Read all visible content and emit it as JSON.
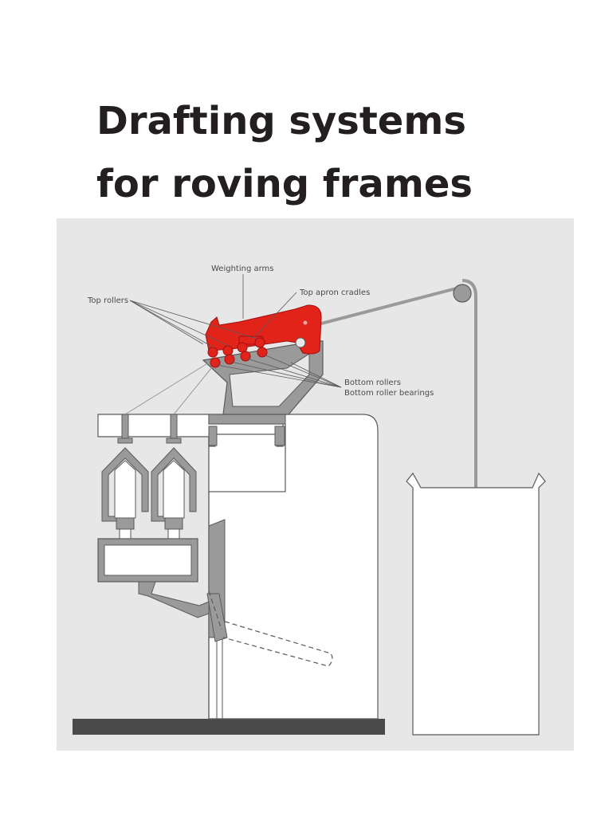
{
  "title": {
    "line1": "Drafting systems",
    "line2": "for roving frames"
  },
  "labels": {
    "weighting_arms": "Weighting arms",
    "top_apron_cradles": "Top apron cradles",
    "top_rollers": "Top rollers",
    "bottom_rollers": "Bottom rollers",
    "bottom_roller_bearings": "Bottom roller bearings"
  },
  "colors": {
    "accent_red": "#e2231a",
    "panel_bg": "#e7e7e7",
    "frame_grey": "#8c8c8c",
    "base_dark": "#4a4a4a",
    "title_text": "#231f20"
  }
}
